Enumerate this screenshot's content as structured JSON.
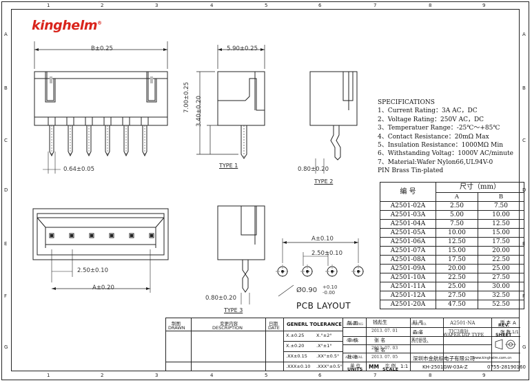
{
  "brand": {
    "name": "kinghelm",
    "mark": "®"
  },
  "zones": {
    "cols": [
      "1",
      "2",
      "3",
      "4",
      "5",
      "6",
      "7",
      "8",
      "9"
    ],
    "rows": [
      "A",
      "B",
      "C",
      "D",
      "E",
      "F",
      "G"
    ]
  },
  "dims": {
    "b_width": "B±0.25",
    "depth": "5.90±0.25",
    "height_total": "7.00±0.25",
    "height_body": "3.40±0.20",
    "pin_w": "0.64±0.05",
    "pin_t1": "0.80±0.20",
    "pitch": "2.50±0.10",
    "a_width": "A±0.20",
    "pin_t3": "0.80±0.20",
    "pcb_a": "A±0.10",
    "pcb_pitch": "2.50±0.10",
    "hole_dia": "Ø0.90",
    "hole_tol_plus": "+0.10",
    "hole_tol_minus": "-0.00"
  },
  "types": {
    "t1": "TYPE 1",
    "t2": "TYPE 2",
    "t3": "TYPE 3"
  },
  "pcb_layout": "PCB LAYOUT",
  "specs": [
    "SPECIFICATIONS",
    "1、Current Rating：3A AC，DC",
    "2、Voltage Rating：250V AC，DC",
    "3、Temperatuer Range：-25℃～+85℃",
    "4、Contact Resistance：20mΩ Max",
    "5、Insulation Resistance：1000MΩ Min",
    "6、Withstanding Voltag：1000V AC/minute",
    "7、Material:Wafer Nylon66,UL94V-0",
    "   PIN Brass Tin-plated"
  ],
  "parts": {
    "header_code": "编  号",
    "header_size": "尺寸（mm）",
    "col_a": "A",
    "col_b": "B",
    "rows": [
      {
        "code": "A2501-02A",
        "a": "2.50",
        "b": "7.50"
      },
      {
        "code": "A2501-03A",
        "a": "5.00",
        "b": "10.00"
      },
      {
        "code": "A2501-04A",
        "a": "7.50",
        "b": "12.50"
      },
      {
        "code": "A2501-05A",
        "a": "10.00",
        "b": "15.00"
      },
      {
        "code": "A2501-06A",
        "a": "12.50",
        "b": "17.50"
      },
      {
        "code": "A2501-07A",
        "a": "15.00",
        "b": "20.00"
      },
      {
        "code": "A2501-08A",
        "a": "17.50",
        "b": "22.50"
      },
      {
        "code": "A2501-09A",
        "a": "20.00",
        "b": "25.00"
      },
      {
        "code": "A2501-10A",
        "a": "22.50",
        "b": "27.50"
      },
      {
        "code": "A2501-11A",
        "a": "25.00",
        "b": "30.00"
      },
      {
        "code": "A2501-12A",
        "a": "27.50",
        "b": "32.50"
      },
      {
        "code": "A2501-20A",
        "a": "47.50",
        "b": "52.50"
      }
    ]
  },
  "title_block": {
    "drawn_cn": "制图",
    "drawn_en": "DRAWN",
    "desc_cn": "变更内容",
    "desc_en": "DESCRIPTION",
    "date_cn": "日期",
    "date_en": "DATE",
    "tol_title": "GENERL  TOLERANCE",
    "tol": [
      [
        "X.±0.25",
        "X.°±2°"
      ],
      [
        "X.±0.20",
        ".X°±1°"
      ],
      [
        ".XX±0.15",
        ".XX°±0.5°"
      ],
      [
        ".XXX±0.10",
        ".XXX°±0.5°"
      ]
    ],
    "drawing_cn": "制 图",
    "drawing_en": "DRAWING",
    "drawing_name": "钱彪生",
    "drawing_date": "2013. 07. 01",
    "check_cn": "审 核",
    "check_en": "CHECK",
    "check_name": "张  名",
    "check_date": "2013. 07. 03",
    "approval_cn": "批 准",
    "approval_en": "APPROVAL",
    "approval_name": "张  名",
    "approval_date": "2013. 07. 05",
    "units_cn": "单 位",
    "units_en": "UNITS",
    "units_val": "MM",
    "scale_cn": "比 例",
    "scale_en": "SCALE",
    "scale_val": "1:1",
    "partno_cn": "料 号",
    "partno_en": "PART NO.",
    "partno_val": "A2501-NA",
    "title_cn": "品 名",
    "title_en": "TITLE",
    "title_val_cn": "TJC3直针",
    "title_val_en": "WAFER DIP TYPE",
    "cust_cn": "客户料号",
    "cust_en": "CUTM NO.",
    "rev_cn": "版 本",
    "rev_en": "REV.",
    "rev_val": "A",
    "sheet_cn": "张 数",
    "sheet_en": "SHEET",
    "sheet_val": "1/1",
    "company": "深圳市金航标电子有限公司",
    "website": "www.kinghelm.com.cn",
    "doc_no": "KH-2501GW-03A-Z",
    "phone": "0755-28190160"
  }
}
